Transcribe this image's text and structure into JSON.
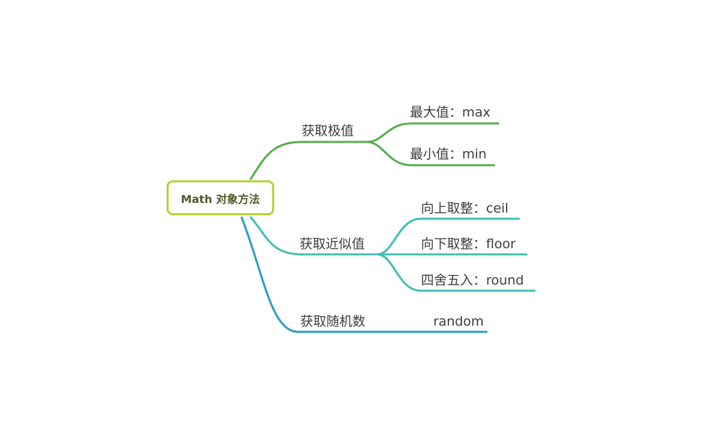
{
  "root": {
    "label": "Math 对象方法"
  },
  "colors": {
    "root_border": "#b4d433",
    "branch_green": "#52b04b",
    "branch_teal": "#3fbfb4",
    "branch_blue": "#2a9cc0"
  },
  "branches": [
    {
      "label": "获取极值",
      "children": [
        {
          "label": "最大值：max"
        },
        {
          "label": "最小值：min"
        }
      ]
    },
    {
      "label": "获取近似值",
      "children": [
        {
          "label": "向上取整：ceil"
        },
        {
          "label": "向下取整：floor"
        },
        {
          "label": "四舍五入：round"
        }
      ]
    },
    {
      "label": "获取随机数",
      "children": [
        {
          "label": "random"
        }
      ]
    }
  ]
}
